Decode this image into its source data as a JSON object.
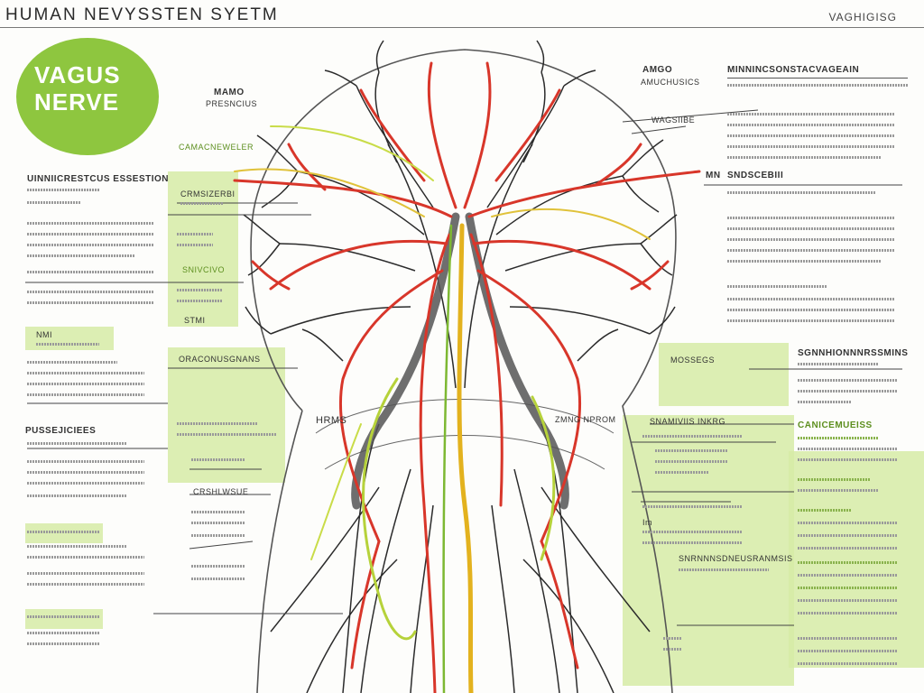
{
  "header": {
    "title": "HUMAN NEVYSSTEN SYETM",
    "corner_text": "VAGHIGISG"
  },
  "badge": {
    "line1": "VAGUS",
    "line2": "NERVE",
    "color": "#8ec63f"
  },
  "colors": {
    "accent_green": "#8ec63f",
    "panel_green": "#d6eba6",
    "nerve_red": "#d8362a",
    "nerve_dark": "#444444",
    "nerve_yellow": "#e3b21e",
    "nerve_lime": "#9bcf3a"
  },
  "labels": {
    "mamo": "MAMO",
    "mamo_sub": "PRESNCIUS",
    "amgo": "AMGO",
    "amgo_sub": "AMUCHUSICS",
    "right_head": "MINNINCSONSTACVAGEAIN",
    "wagsi": "WAGSIIBE",
    "mn": "MN",
    "sndc": "SNDSCEBIII",
    "left_head": "UINNIICRESTCUS ESSESTION",
    "left_green": "CAMACNEWELER",
    "crmsi": "CRMSIZERBI",
    "snivo": "SNIVCIVO",
    "stmi": "STMI",
    "nmi": "NMI",
    "center_head": "ORACONUSGNANS",
    "mid_label": "SNAMIVIIS INKRG",
    "mid_label2": "CRSHLWSUE",
    "hrms": "HRMS",
    "zgbing": "ZMNG NPROM",
    "mos": "MOSSEGS",
    "left_lower_head": "PUSSEJICIEES",
    "right_lower_head": "CANICEMUEISS",
    "right_green1": "SGNNHIONNNRSSMINS",
    "right_mid": "SNRNNNSDNEUSRANMSIS",
    "lm": "Im"
  }
}
